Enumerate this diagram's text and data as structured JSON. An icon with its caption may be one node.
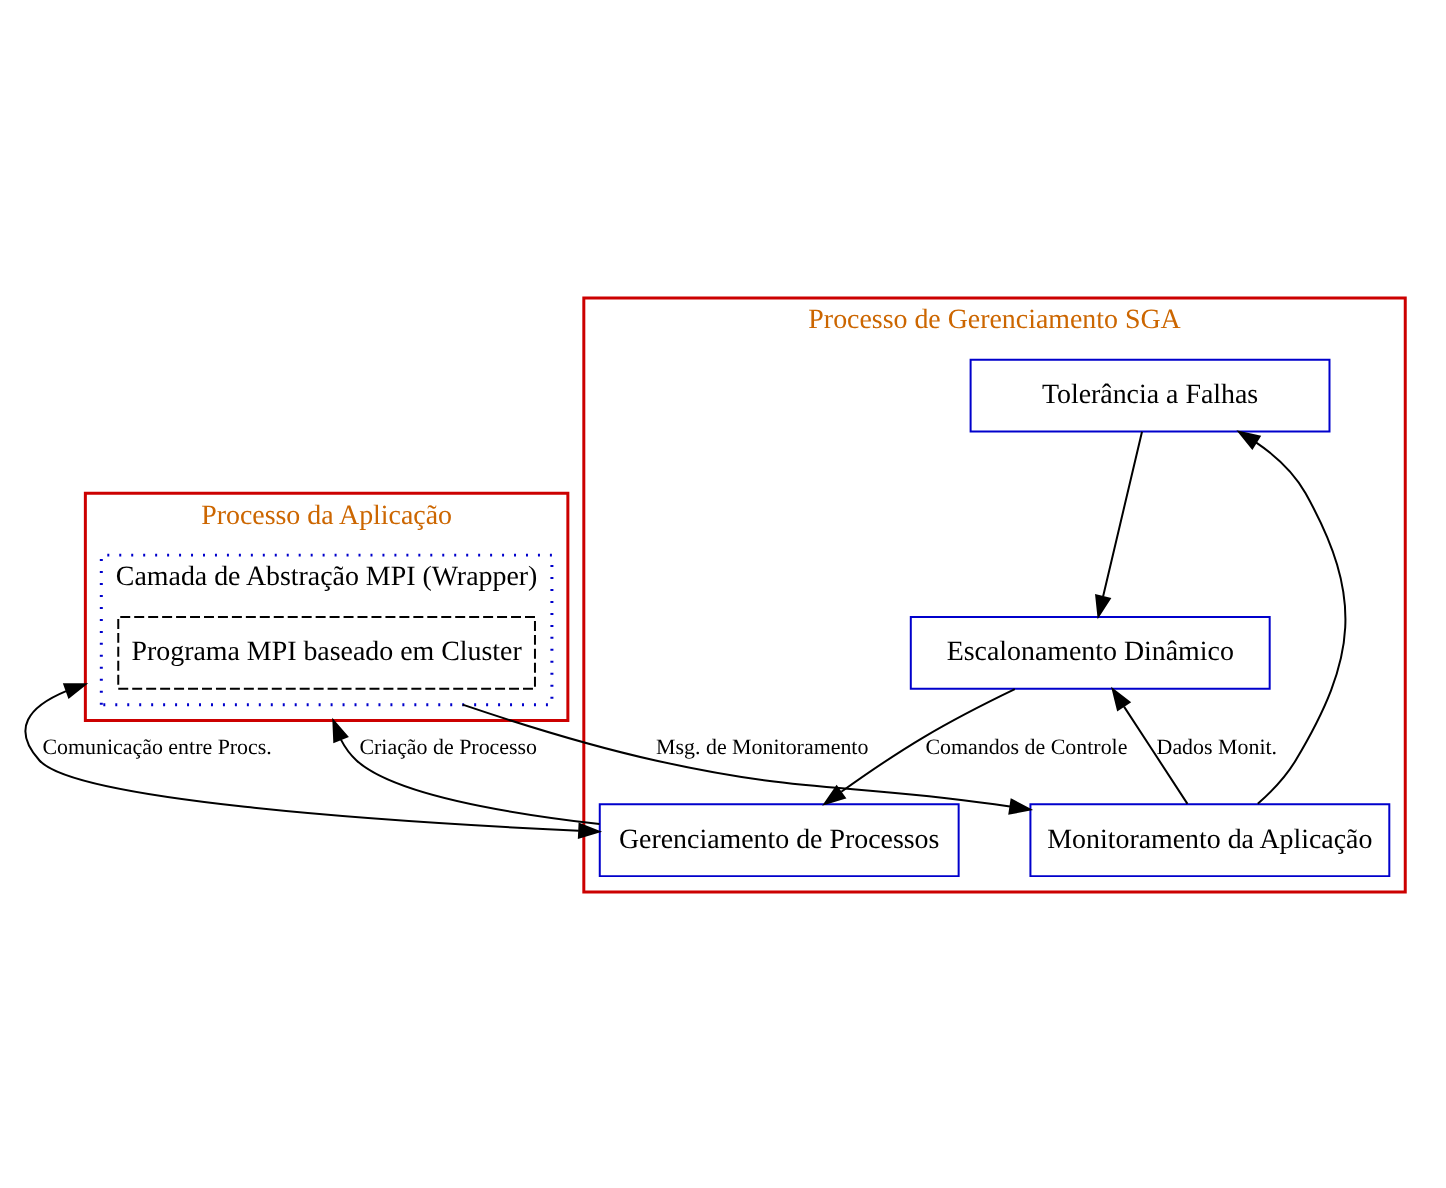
{
  "diagram": {
    "nodes": [
      {
        "text": [
          "Processo da Aplicação"
        ]
      },
      {
        "text": [
          "Camada de Abstração MPI (Wrapper)"
        ],
        "in": 0
      },
      {
        "text": [
          "Programa MPI baseado em Cluster"
        ],
        "in": 1
      },
      {
        "text": [
          "Processo de Gerenciamento SGA"
        ]
      },
      {
        "text": [
          "Tolerância a Falhas"
        ],
        "in": 3
      },
      {
        "text": [
          "Escalonamento Dinâmico"
        ],
        "in": 3
      },
      {
        "text": [
          "Monitoramento da Aplicação"
        ],
        "in": 3
      },
      {
        "text": [
          "Gerenciamento de Processos"
        ],
        "in": 3
      }
    ],
    "edges": [
      {
        "from": 4,
        "to": 5,
        "arrow": "to"
      },
      {
        "from": 6,
        "to": 4,
        "arrow": "to"
      },
      {
        "from": 6,
        "to": 5,
        "arrow": "to",
        "label": "Dados Monit."
      },
      {
        "from": 5,
        "to": 7,
        "arrow": "to",
        "label": "Comandos de Controle"
      },
      {
        "from": 1,
        "to": 6,
        "arrow": "to",
        "label": "Msg. de Monitoramento"
      },
      {
        "from": 0,
        "to": 7,
        "arrow": "both",
        "label": "Comunicação entre Procs."
      },
      {
        "from": 7,
        "to": 0,
        "arrow": "to",
        "label": "Criação de Processo"
      }
    ]
  }
}
